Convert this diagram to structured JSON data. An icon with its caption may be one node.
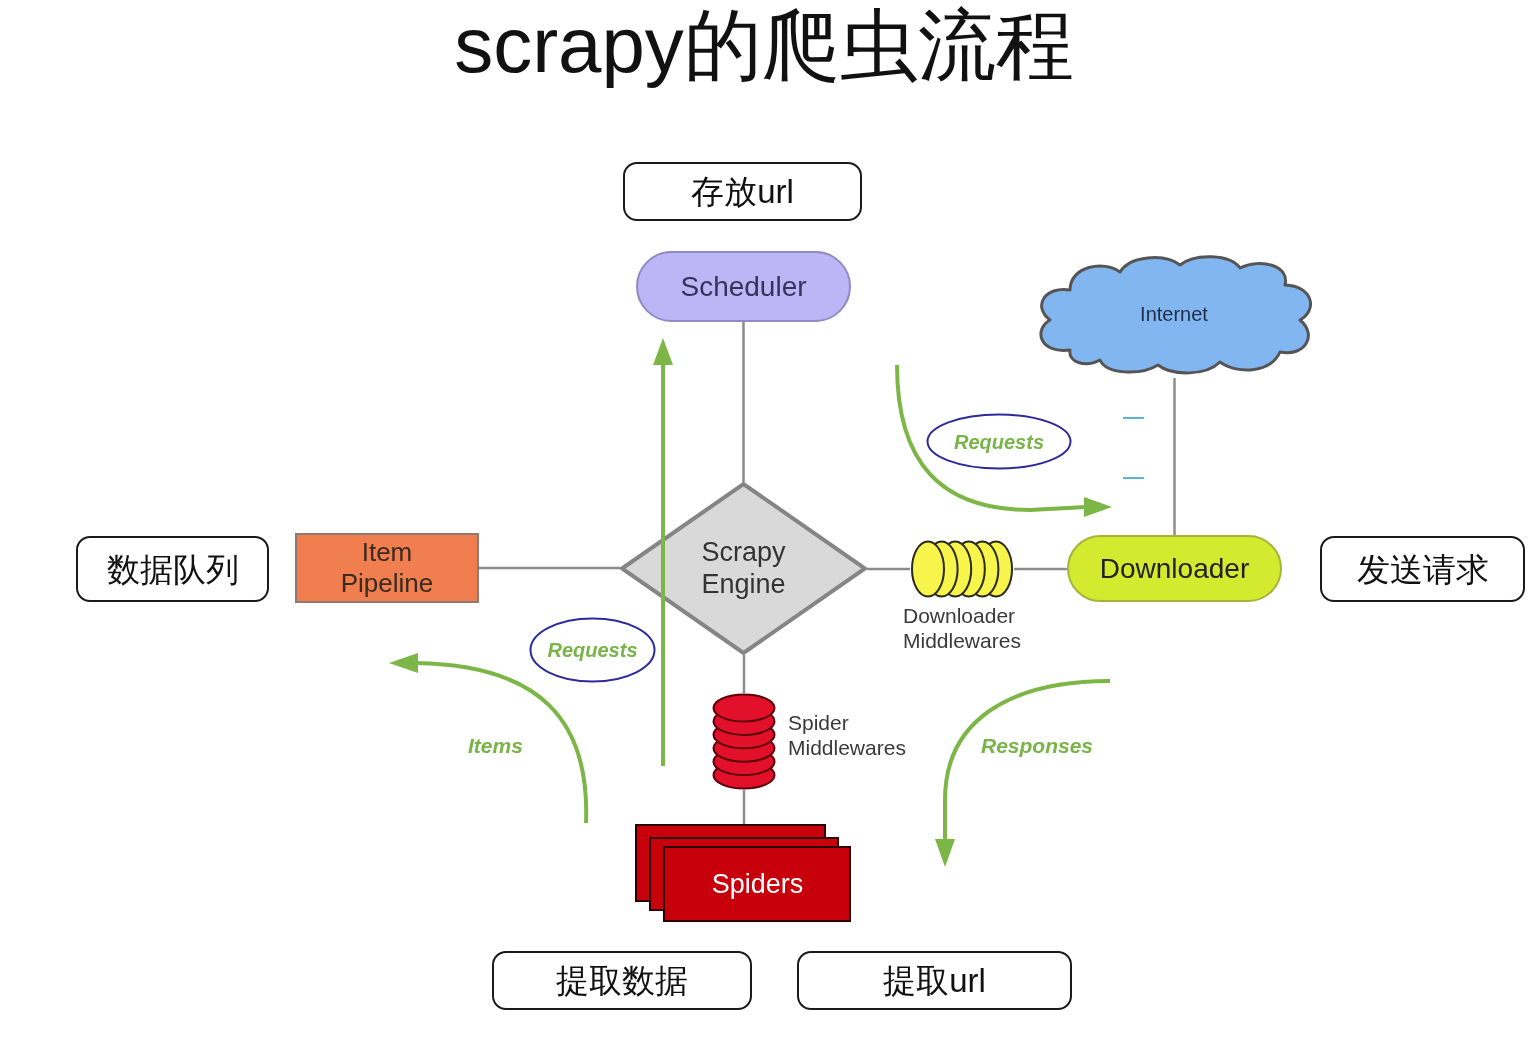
{
  "diagram": {
    "title": "scrapy的爬虫流程",
    "nodes": [
      {
        "text": [
          "存放url"
        ]
      },
      {
        "text": [
          "Scheduler"
        ]
      },
      {
        "text": [
          "Internet"
        ]
      },
      {
        "text": [
          "Requests"
        ]
      },
      {
        "text": [
          "数据队列"
        ]
      },
      {
        "text": [
          "Item Pipeline"
        ]
      },
      {
        "text": [
          "Scrapy Engine"
        ]
      },
      {
        "text": [],
        "shape": "cylinder",
        "beside": [
          "Downloader Middlewares"
        ]
      },
      {
        "text": [
          "Downloader"
        ]
      },
      {
        "text": [
          "发送请求"
        ]
      },
      {
        "text": [
          "Requests"
        ]
      },
      {
        "text": [],
        "shape": "cylinder",
        "beside": [
          "Spider Middlewares"
        ]
      },
      {
        "text": [
          "Spiders"
        ]
      },
      {
        "text": [
          "提取数据"
        ]
      },
      {
        "text": [
          "提取url"
        ]
      }
    ],
    "edges": [
      {
        "from": 1,
        "to": 6,
        "arrow": "none"
      },
      {
        "from": 2,
        "to": 8,
        "arrow": "none"
      },
      {
        "from": 5,
        "to": 6,
        "arrow": "none"
      },
      {
        "from": 6,
        "to": 7,
        "arrow": "none"
      },
      {
        "from": 7,
        "to": 8,
        "arrow": "none"
      },
      {
        "from": 6,
        "to": 11,
        "arrow": "none"
      },
      {
        "from": 11,
        "to": 12,
        "arrow": "none"
      }
    ],
    "labels": [
      "Items",
      "Responses"
    ]
  }
}
